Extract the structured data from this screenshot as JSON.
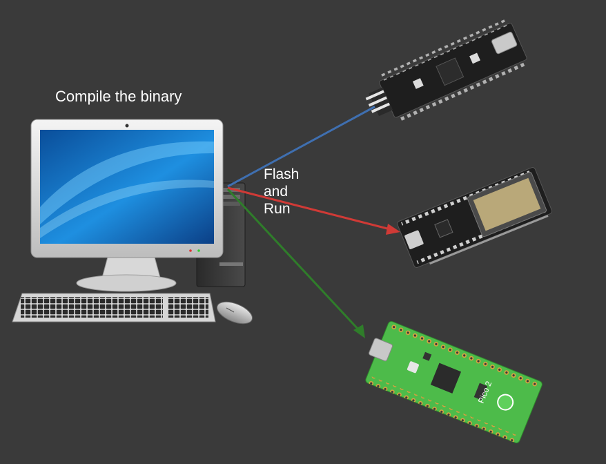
{
  "labels": {
    "compile": "Compile the binary",
    "flash_lines": [
      "Flash",
      "and",
      "Run"
    ]
  },
  "nodes": {
    "computer": "desktop-computer",
    "boards": [
      "stm32-black-pill",
      "esp32-devkit",
      "raspberry-pi-pico-2"
    ]
  },
  "colors": {
    "background": "#3a3a3a",
    "arrow_stm32": "#3f6fb0",
    "arrow_esp32": "#d03a36",
    "arrow_pico": "#2f7d2a",
    "pico_pcb": "#4dbb4a",
    "board_black": "#1e1e1e"
  },
  "pico_silkscreen": "Pico 2"
}
